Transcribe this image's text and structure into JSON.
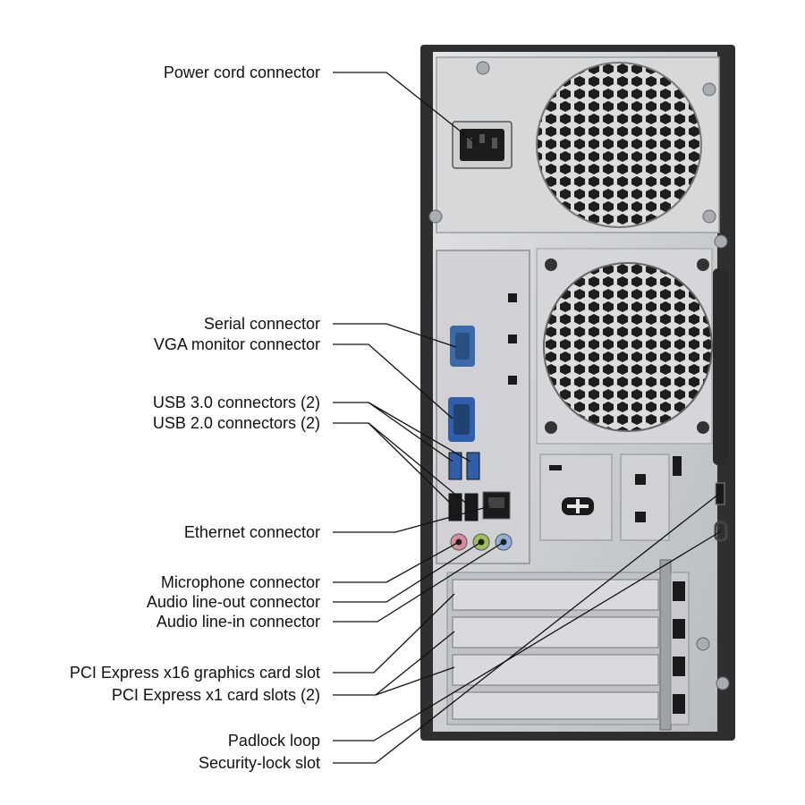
{
  "diagram": {
    "labels": [
      {
        "id": "power-cord-connector",
        "text": "Power cord connector"
      },
      {
        "id": "serial-connector",
        "text": "Serial connector"
      },
      {
        "id": "vga-monitor-connector",
        "text": "VGA monitor connector"
      },
      {
        "id": "usb-3-connectors",
        "text": "USB 3.0 connectors (2)"
      },
      {
        "id": "usb-2-connectors",
        "text": "USB 2.0 connectors (2)"
      },
      {
        "id": "ethernet-connector",
        "text": "Ethernet connector"
      },
      {
        "id": "microphone-connector",
        "text": "Microphone connector"
      },
      {
        "id": "audio-line-out-connector",
        "text": "Audio line-out connector"
      },
      {
        "id": "audio-line-in-connector",
        "text": "Audio line-in connector"
      },
      {
        "id": "pcie-x16-slot",
        "text": "PCI Express x16 graphics card slot"
      },
      {
        "id": "pcie-x1-slots",
        "text": "PCI Express x1 card slots (2)"
      },
      {
        "id": "padlock-loop",
        "text": "Padlock loop"
      },
      {
        "id": "security-lock-slot",
        "text": "Security-lock slot"
      }
    ],
    "colors": {
      "chassis": "#2f2f2f",
      "panel": "#c9cbce",
      "panel_light": "#dfe1e3",
      "port_blue": "#2e5fa8",
      "port_black": "#1a1a1a",
      "mic_pink": "#d98ba0",
      "lineout_green": "#9fbf5a",
      "linein_blue": "#8fb0d8"
    }
  }
}
